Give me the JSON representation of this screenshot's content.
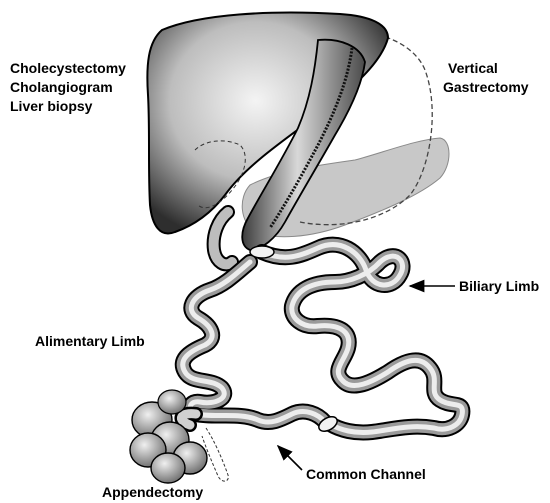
{
  "labels": {
    "procedures": [
      "Cholecystectomy",
      "Cholangiogram",
      "Liver biopsy"
    ],
    "vertical_gastrectomy": [
      "Vertical",
      "Gastrectomy"
    ],
    "biliary_limb": "Biliary Limb",
    "alimentary_limb": "Alimentary Limb",
    "common_channel": "Common Channel",
    "appendectomy": "Appendectomy"
  },
  "colors": {
    "liver_dark": "#3a3a3a",
    "liver_light": "#e8e8e8",
    "pancreas": "#c8c8c8",
    "bowel_light": "#efefef",
    "bowel_dark": "#6a6a6a",
    "outline": "#000000",
    "text": "#000000"
  }
}
